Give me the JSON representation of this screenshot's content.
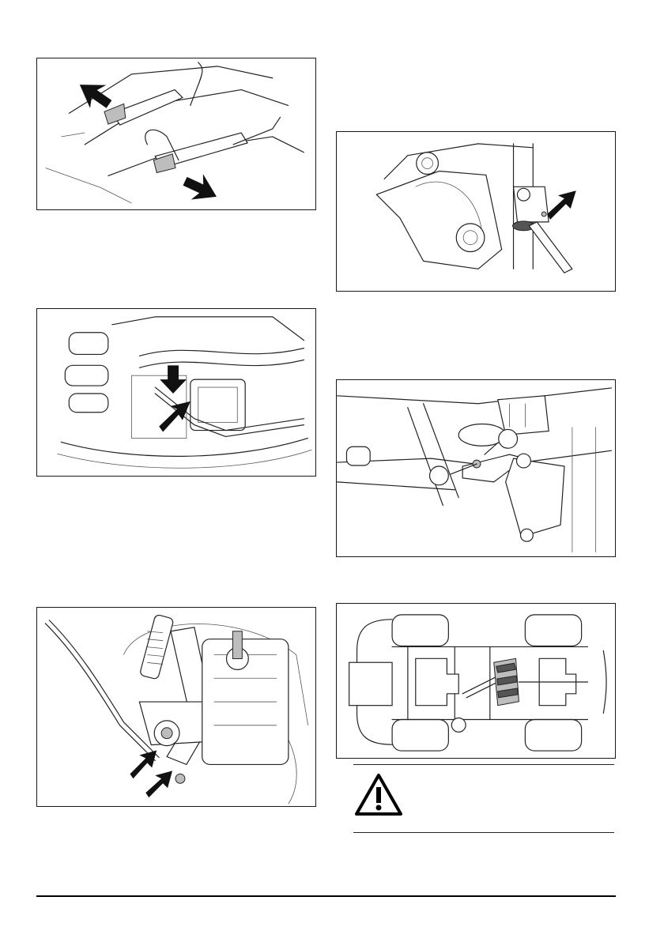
{
  "page": {
    "figures": [
      {
        "id": "fig-1",
        "subject": "seat-locking-knobs"
      },
      {
        "id": "fig-2",
        "subject": "cable-connections-under-seat"
      },
      {
        "id": "fig-3",
        "subject": "transmission-control-linkage"
      },
      {
        "id": "fig-4",
        "subject": "pivot-joint-with-locking-pin"
      },
      {
        "id": "fig-5",
        "subject": "bracket-adjustment-points"
      },
      {
        "id": "fig-6",
        "subject": "chassis-underside-view"
      }
    ],
    "icons": {
      "arrow": "arrow-icon",
      "warning": "warning-triangle-icon"
    },
    "colors": {
      "line": "#222222",
      "fill_gray": "#bdbdbd",
      "highlight": "#555555"
    }
  }
}
